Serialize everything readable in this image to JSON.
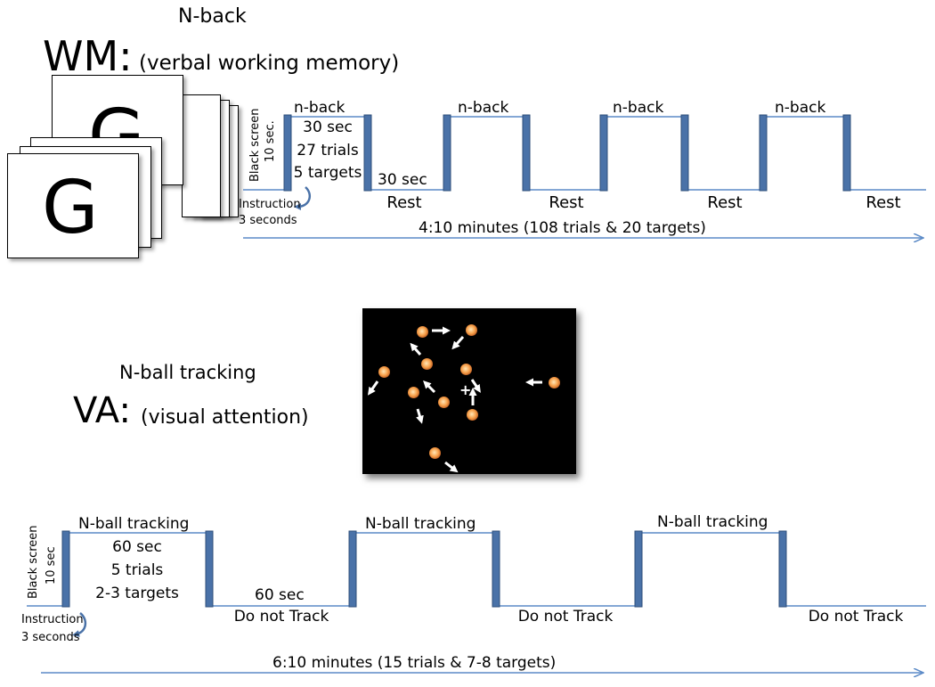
{
  "wm": {
    "task_name": "N-back",
    "abbr": "WM:",
    "description": "(verbal working memory)",
    "card_letter": "G",
    "black_screen": "Black screen",
    "black_screen_duration": "10 sec.",
    "instruction": "Instruction",
    "instruction_duration": "3 seconds",
    "block_label": "n-back",
    "block_details": [
      "30 sec",
      "27 trials",
      "5 targets"
    ],
    "rest_duration": "30 sec",
    "rest_label": "Rest",
    "total": "4:10 minutes (108 trials & 20 targets)"
  },
  "va": {
    "task_name": "N-ball tracking",
    "abbr": "VA:",
    "description": "(visual attention)",
    "black_screen": "Black screen",
    "black_screen_duration": "10 sec",
    "instruction": "Instruction",
    "instruction_duration": "3 seconds",
    "block_label": "N-ball tracking",
    "block_details": [
      "60 sec",
      "5 trials",
      "2-3 targets"
    ],
    "rest_duration": "60 sec",
    "rest_label": "Do not Track",
    "total": "6:10 minutes (15 trials & 7-8 targets)",
    "fixation": "+"
  },
  "colors": {
    "bar": "#4a72a8",
    "bar_edge": "#2f4f7a",
    "line": "#5b8ac7",
    "screen_bg": "#000000",
    "ball": "#f7a04a"
  }
}
